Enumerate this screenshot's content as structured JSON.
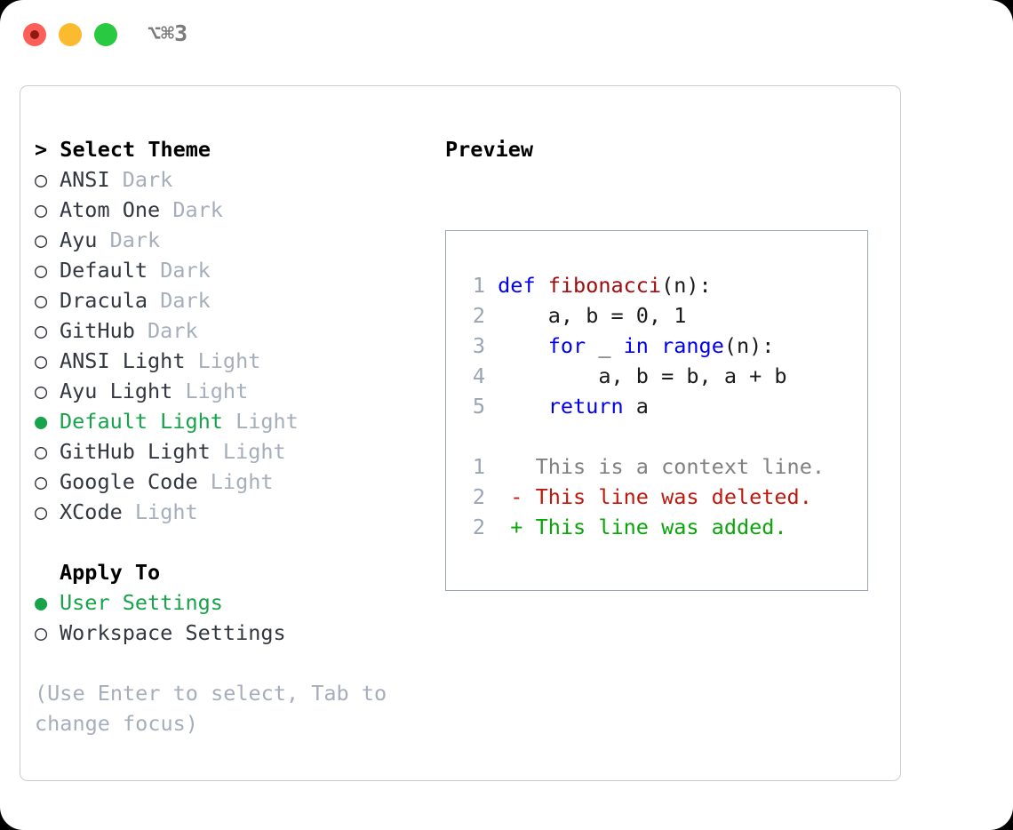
{
  "window": {
    "title": "⌥⌘3",
    "traffic_lights": [
      {
        "name": "close",
        "color": "#fb5f57"
      },
      {
        "name": "minimize",
        "color": "#fcbb2f"
      },
      {
        "name": "maximize",
        "color": "#29c941"
      }
    ]
  },
  "theme_selector": {
    "header": "> Select Theme",
    "items": [
      {
        "marker": "○",
        "label": "ANSI",
        "suffix": "Dark",
        "selected": false
      },
      {
        "marker": "○",
        "label": "Atom One",
        "suffix": "Dark",
        "selected": false
      },
      {
        "marker": "○",
        "label": "Ayu",
        "suffix": "Dark",
        "selected": false
      },
      {
        "marker": "○",
        "label": "Default",
        "suffix": "Dark",
        "selected": false
      },
      {
        "marker": "○",
        "label": "Dracula",
        "suffix": "Dark",
        "selected": false
      },
      {
        "marker": "○",
        "label": "GitHub",
        "suffix": "Dark",
        "selected": false
      },
      {
        "marker": "○",
        "label": "ANSI Light",
        "suffix": "Light",
        "selected": false
      },
      {
        "marker": "○",
        "label": "Ayu Light",
        "suffix": "Light",
        "selected": false
      },
      {
        "marker": "●",
        "label": "Default Light",
        "suffix": "Light",
        "selected": true
      },
      {
        "marker": "○",
        "label": "GitHub Light",
        "suffix": "Light",
        "selected": false
      },
      {
        "marker": "○",
        "label": "Google Code",
        "suffix": "Light",
        "selected": false
      },
      {
        "marker": "○",
        "label": "XCode",
        "suffix": "Light",
        "selected": false
      }
    ]
  },
  "apply_to": {
    "header": "Apply To",
    "items": [
      {
        "marker": "●",
        "label": "User Settings",
        "selected": true
      },
      {
        "marker": "○",
        "label": "Workspace Settings",
        "selected": false
      }
    ]
  },
  "hint": "(Use Enter to select, Tab to change focus)",
  "preview": {
    "title": "Preview",
    "code_lines": [
      {
        "num": "1",
        "tokens": [
          {
            "text": "def ",
            "style": "kw"
          },
          {
            "text": "fibonacci",
            "style": "fn"
          },
          {
            "text": "(n):",
            "style": "pl"
          }
        ]
      },
      {
        "num": "2",
        "tokens": [
          {
            "text": "    a, b = 0, 1",
            "style": "pl"
          }
        ]
      },
      {
        "num": "3",
        "tokens": [
          {
            "text": "    ",
            "style": "pl"
          },
          {
            "text": "for",
            "style": "kw"
          },
          {
            "text": " _ ",
            "style": "pl"
          },
          {
            "text": "in",
            "style": "kw"
          },
          {
            "text": " ",
            "style": "pl"
          },
          {
            "text": "range",
            "style": "kw"
          },
          {
            "text": "(n):",
            "style": "pl"
          }
        ]
      },
      {
        "num": "4",
        "tokens": [
          {
            "text": "        a, b = b, a + b",
            "style": "pl"
          }
        ]
      },
      {
        "num": "5",
        "tokens": [
          {
            "text": "    ",
            "style": "pl"
          },
          {
            "text": "return",
            "style": "kw"
          },
          {
            "text": " a",
            "style": "pl"
          }
        ]
      }
    ],
    "diff_lines": [
      {
        "num": "1",
        "text": "  This is a context line.",
        "style": "ctx"
      },
      {
        "num": "2",
        "text": "- This line was deleted.",
        "style": "del"
      },
      {
        "num": "2",
        "text": "+ This line was added.",
        "style": "add"
      }
    ]
  },
  "colors": {
    "selected_green": "#16a34a",
    "muted_gray": "#a6aebb",
    "keyword_blue": "#0000ee",
    "function_red": "#a10b0b",
    "diff_deleted": "#c0180c",
    "diff_added": "#09a609",
    "panel_border": "#c9ccd2",
    "preview_border": "#9aa4b4"
  }
}
